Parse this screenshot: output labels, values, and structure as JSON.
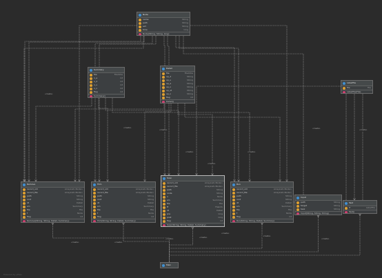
{
  "diagram": {
    "classes": {
      "node": {
        "title": "Node",
        "fields": [
          {
            "name": "name",
            "type": "String"
          },
          {
            "name": "path",
            "type": "String"
          },
          {
            "name": "ext",
            "type": "String"
          },
          {
            "name": "time",
            "type": "long"
          }
        ],
        "methods": [
          {
            "name": "Node(String, String, long)"
          }
        ]
      },
      "summary": {
        "title": "Summary",
        "fields": [
          {
            "name": "file",
            "type": "FileInfos"
          },
          {
            "name": "n_a",
            "type": "int"
          },
          {
            "name": "n_d",
            "type": "int"
          },
          {
            "name": "n_s",
            "type": "int"
          },
          {
            "name": "n_n",
            "type": "int"
          },
          {
            "name": "flag",
            "type": "int"
          }
        ],
        "methods": [
          {
            "name": "Summary()"
          }
        ]
      },
      "detail": {
        "title": "Detail",
        "fields": [
          {
            "name": "file",
            "type": "FileInfos"
          },
          {
            "name": "op_d",
            "type": "String"
          },
          {
            "name": "op_s",
            "type": "String"
          },
          {
            "name": "op_a",
            "type": "String"
          },
          {
            "name": "op_n",
            "type": "String"
          },
          {
            "name": "op_st",
            "type": "String"
          },
          {
            "name": "op_n",
            "type": "String"
          },
          {
            "name": "flag",
            "type": "int"
          }
        ],
        "methods": [
          {
            "name": "Detail()"
          }
        ]
      },
      "labelfile": {
        "title": "LabelFile",
        "fields": [
          {
            "name": "file",
            "type": "File"
          }
        ],
        "methods": [
          {
            "name": "LabelFile(File)"
          }
        ]
      },
      "remove": {
        "title": "Remove",
        "fields": [
          {
            "name": "record_old",
            "type": "ArrayList<Node>"
          },
          {
            "name": "record_file",
            "type": "ArrayList<Node>"
          },
          {
            "name": "path",
            "type": "String"
          },
          {
            "name": "root",
            "type": "String"
          },
          {
            "name": "dt",
            "type": "Detail"
          },
          {
            "name": "sm",
            "type": "Summary"
          },
          {
            "name": "file",
            "type": "File"
          },
          {
            "name": "f",
            "type": "Node"
          },
          {
            "name": "flag",
            "type": "int"
          }
        ],
        "methods": [
          {
            "name": "Remove(String, String, Detail, Summary)"
          }
        ]
      },
      "trim": {
        "title": "Trim",
        "fields": [
          {
            "name": "record_old",
            "type": "ArrayList<Node>"
          },
          {
            "name": "record_file",
            "type": "ArrayList<Node>"
          },
          {
            "name": "path",
            "type": "String"
          },
          {
            "name": "root",
            "type": "String"
          },
          {
            "name": "dt",
            "type": "Detail"
          },
          {
            "name": "sm",
            "type": "Summary"
          },
          {
            "name": "file",
            "type": "File"
          },
          {
            "name": "f",
            "type": "Node"
          },
          {
            "name": "flag",
            "type": "int"
          }
        ],
        "methods": [
          {
            "name": "Trim(String, String, Detail, Summary)"
          }
        ]
      },
      "scan": {
        "title": "Scan",
        "fields": [
          {
            "name": "record_old",
            "type": "ArrayList<Node>"
          },
          {
            "name": "record_file",
            "type": "ArrayList<Node>"
          },
          {
            "name": "path",
            "type": "String"
          },
          {
            "name": "node",
            "type": "String"
          },
          {
            "name": "n",
            "type": "Node"
          },
          {
            "name": "sm",
            "type": "Summary"
          },
          {
            "name": "file",
            "type": "File"
          },
          {
            "name": "ff",
            "type": "FileInfo"
          },
          {
            "name": "dt",
            "type": "Detail"
          },
          {
            "name": "pre",
            "type": "long"
          },
          {
            "name": "post",
            "type": "long"
          },
          {
            "name": "flag",
            "type": "int"
          }
        ],
        "methods": [
          {
            "name": "Scan(String, String, Detail, Summary)"
          }
        ]
      },
      "run": {
        "title": "Run",
        "fields": [
          {
            "name": "record_old",
            "type": "ArrayList<Node>"
          },
          {
            "name": "record_file",
            "type": "ArrayList<Node>"
          },
          {
            "name": "path",
            "type": "String"
          },
          {
            "name": "root",
            "type": "String"
          },
          {
            "name": "dt",
            "type": "Detail"
          },
          {
            "name": "sm",
            "type": "Summary"
          },
          {
            "name": "file",
            "type": "File"
          },
          {
            "name": "f",
            "type": "Node"
          },
          {
            "name": "flag",
            "type": "int"
          }
        ],
        "methods": [
          {
            "name": "Run(String, String, Detail, Summary)"
          }
        ]
      },
      "input": {
        "title": "Input",
        "fields": [
          {
            "name": "path",
            "type": "String"
          },
          {
            "name": "target",
            "type": "String"
          },
          {
            "name": "task",
            "type": "String"
          }
        ],
        "methods": [
          {
            "name": "Input(String, String, String)"
          }
        ]
      },
      "test": {
        "title": "Test",
        "fields": [
          {
            "name": "lf",
            "type": "LabelFile"
          }
        ],
        "methods": [
          {
            "name": "Test()"
          }
        ]
      },
      "main": {
        "title": "Main",
        "fields": [],
        "methods": []
      }
    },
    "edge_label": "«create»",
    "status_text": "Powered by yFiles"
  },
  "colors": {
    "background": "#2b2b2b",
    "class_icon": "#3f8fd2",
    "field_icon": "#e0a030",
    "method_icon": "#d04070",
    "connector": "#9a9a9a"
  }
}
